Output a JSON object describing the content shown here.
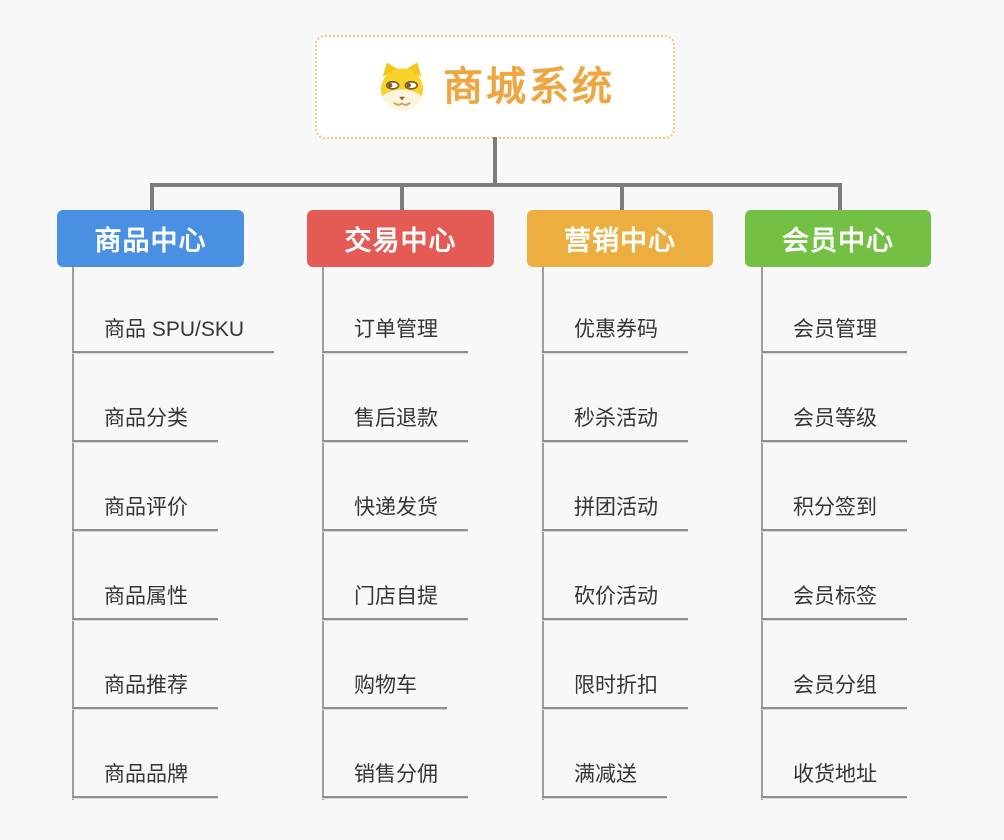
{
  "root": {
    "title": "商城系统",
    "icon": "shiba-dog-icon",
    "title_color": "#f0a640",
    "border_color": "#f2c579"
  },
  "branches": [
    {
      "label": "商品中心",
      "color": "#4a90e2",
      "children": [
        "商品 SPU/SKU",
        "商品分类",
        "商品评价",
        "商品属性",
        "商品推荐",
        "商品品牌"
      ]
    },
    {
      "label": "交易中心",
      "color": "#e45b55",
      "children": [
        "订单管理",
        "售后退款",
        "快递发货",
        "门店自提",
        "购物车",
        "销售分佣"
      ]
    },
    {
      "label": "营销中心",
      "color": "#ecae3e",
      "children": [
        "优惠券码",
        "秒杀活动",
        "拼团活动",
        "砍价活动",
        "限时折扣",
        "满减送"
      ]
    },
    {
      "label": "会员中心",
      "color": "#74c044",
      "children": [
        "会员管理",
        "会员等级",
        "积分签到",
        "会员标签",
        "会员分组",
        "收货地址"
      ]
    }
  ],
  "lines": {
    "top_connector_color": "#7d7d7d",
    "leaf_line_color": "#8f8f8f"
  },
  "background": "#f8f8f8"
}
